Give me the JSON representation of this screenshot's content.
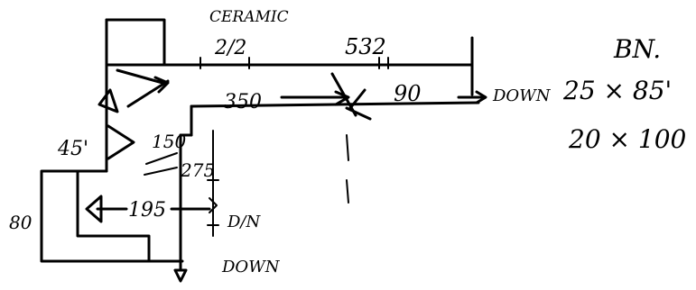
{
  "sketch": {
    "material": "CERAMIC",
    "dims": {
      "d212": "2/2",
      "d532": "532",
      "d350": "350",
      "d90": "90",
      "d45": "45'",
      "d150": "150",
      "d275": "275",
      "d80": "80",
      "d195": "195"
    },
    "down_right": "DOWN",
    "down_bottom": "DOWN",
    "down_small": "D/N",
    "bn": {
      "title": "BN.",
      "line1": "25 × 85'",
      "line2": "20 × 100"
    }
  }
}
